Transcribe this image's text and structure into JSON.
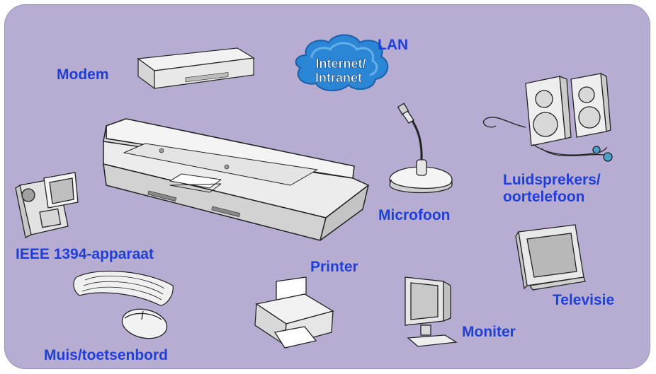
{
  "labels": {
    "lan": "LAN",
    "modem": "Modem",
    "speakers_line1": "Luidsprekers/",
    "speakers_line2": "oortelefoon",
    "ieee": "IEEE 1394-apparaat",
    "microphone": "Microfoon",
    "printer": "Printer",
    "television": "Televisie",
    "monitor": "Moniter",
    "mouse_keyboard": "Muis/toetsenbord"
  },
  "cloud": {
    "line1": "Internet/",
    "line2": "Intranet"
  },
  "colors": {
    "background_panel": "#b7acd2",
    "label_text": "#1f3fd6",
    "cloud": "#2b86d6",
    "device_fill": "#eeeeee",
    "device_stroke": "#222222"
  }
}
